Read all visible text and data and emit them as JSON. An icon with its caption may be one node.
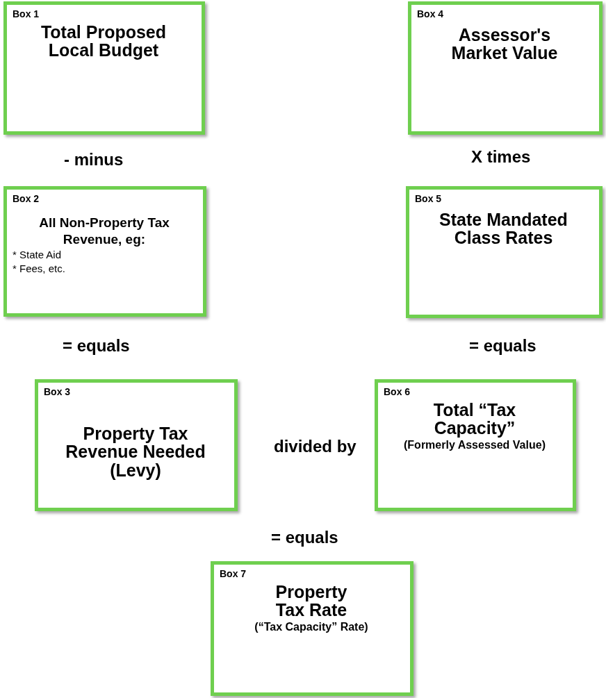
{
  "diagram": {
    "nodes": [
      {
        "text": [
          "Box 1",
          "Total Proposed Local Budget"
        ]
      },
      {
        "text": [
          "Box 2",
          "All Non-Property Tax Revenue, eg:",
          "* State Aid",
          "* Fees, etc."
        ]
      },
      {
        "text": [
          "Box 3",
          "Property Tax Revenue Needed (Levy)"
        ]
      },
      {
        "text": [
          "Box 4",
          "Assessor's Market Value"
        ]
      },
      {
        "text": [
          "Box 5",
          "State Mandated Class Rates"
        ]
      },
      {
        "text": [
          "Box 6",
          "Total “Tax Capacity”",
          "(Formerly Assessed Value)"
        ]
      },
      {
        "text": [
          "Box 7",
          "Property Tax Rate",
          "(“Tax Capacity” Rate)"
        ]
      }
    ],
    "edges": [],
    "labels": [
      "- minus",
      "X times",
      "= equals",
      "= equals",
      "divided by",
      "= equals"
    ]
  }
}
